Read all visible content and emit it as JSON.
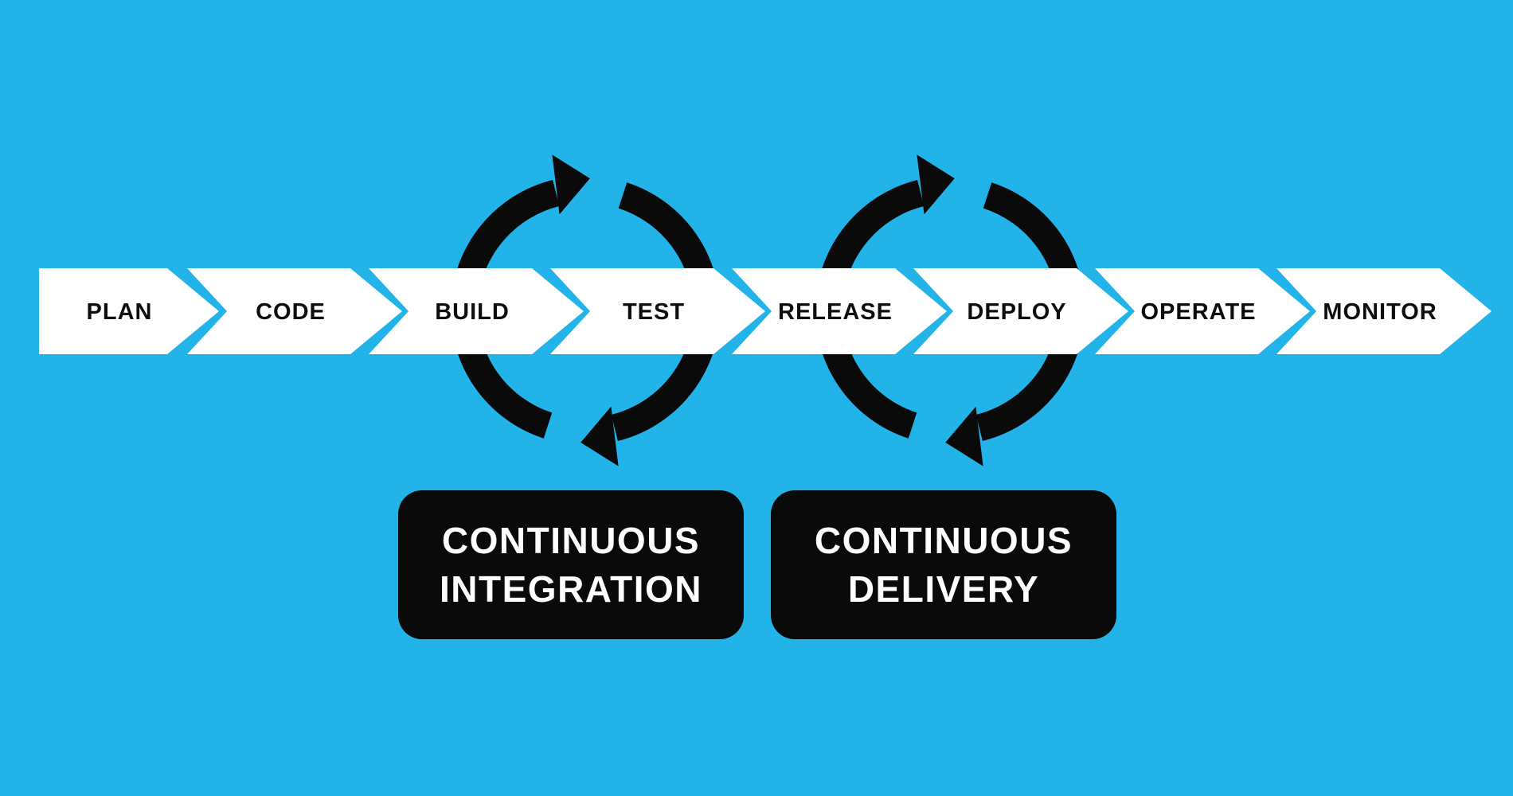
{
  "colors": {
    "background": "#22B3E9",
    "shape_black": "#0A0A0A",
    "chevron_white": "#FFFFFF",
    "stage_label_text": "#0D0D0D",
    "box_text": "#FFFFFF"
  },
  "pipeline": {
    "stages": [
      {
        "label": "PLAN"
      },
      {
        "label": "CODE"
      },
      {
        "label": "BUILD"
      },
      {
        "label": "TEST"
      },
      {
        "label": "RELEASE"
      },
      {
        "label": "DEPLOY"
      },
      {
        "label": "OPERATE"
      },
      {
        "label": "MONITOR"
      }
    ]
  },
  "cycles": [
    {
      "box_line1": "CONTINUOUS",
      "box_line2": "INTEGRATION"
    },
    {
      "box_line1": "CONTINUOUS",
      "box_line2": "DELIVERY"
    }
  ]
}
